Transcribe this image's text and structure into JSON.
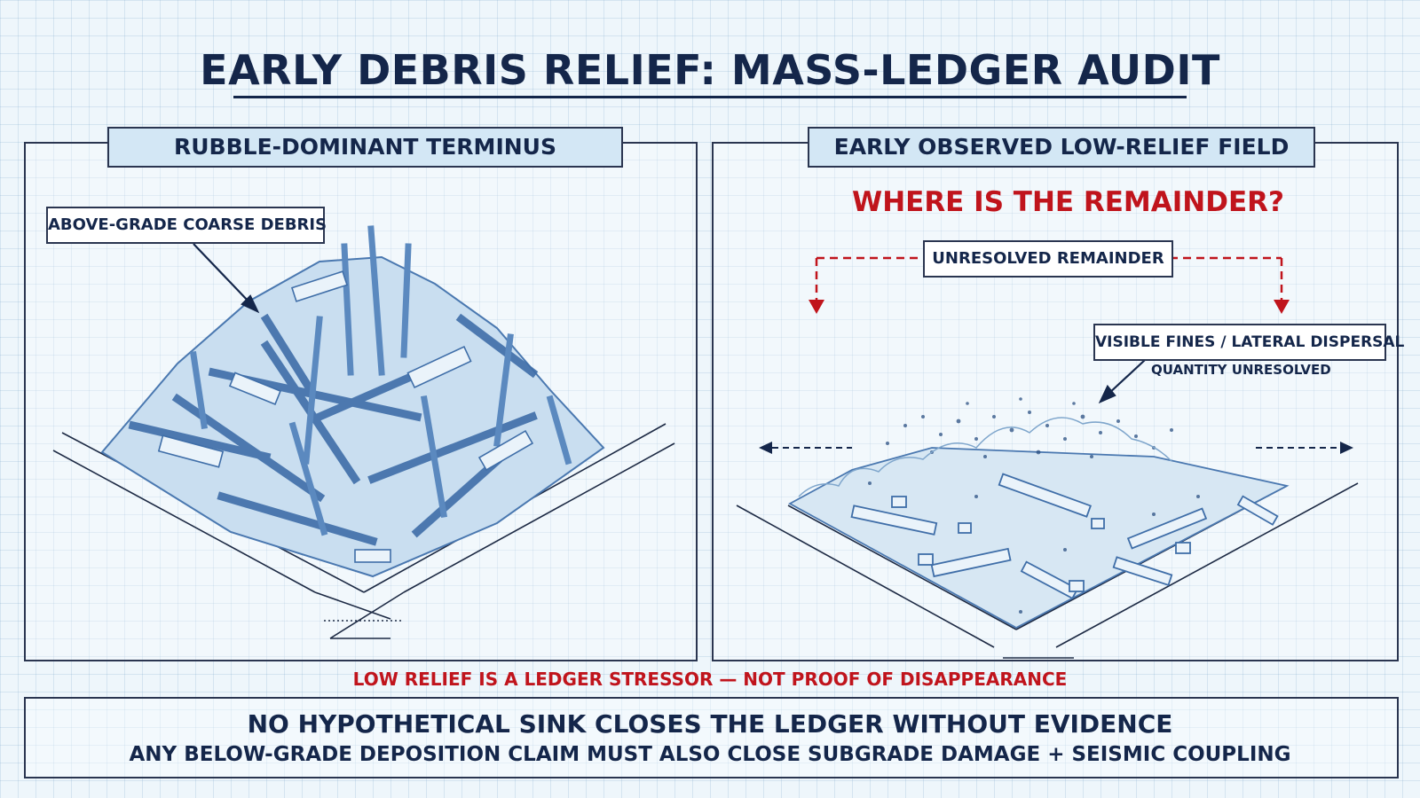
{
  "title": "EARLY DEBRIS RELIEF: MASS-LEDGER AUDIT",
  "left_panel": {
    "heading": "RUBBLE-DOMINANT TERMINUS",
    "callout": "ABOVE-GRADE COARSE DEBRIS"
  },
  "right_panel": {
    "heading": "EARLY OBSERVED LOW-RELIEF FIELD",
    "question": "WHERE IS THE REMAINDER?",
    "remainder_label": "UNRESOLVED REMAINDER",
    "fines_label": "VISIBLE FINES / LATERAL DISPERSAL",
    "fines_note": "QUANTITY UNRESOLVED"
  },
  "stressor_note": "LOW RELIEF IS A LEDGER STRESSOR — NOT PROOF OF DISAPPEARANCE",
  "conclusion": {
    "line1": "NO HYPOTHETICAL SINK CLOSES THE LEDGER WITHOUT EVIDENCE",
    "line2": "ANY BELOW-GRADE DEPOSITION CLAIM MUST ALSO CLOSE SUBGRADE DAMAGE + SEISMIC COUPLING"
  },
  "colors": {
    "navy": "#14264a",
    "accent_red": "#c0141c",
    "debris_blue": "#4a78b0",
    "tab_fill": "#d3e7f5"
  },
  "icons": {
    "left_arrow": "arrow-pointer-icon",
    "dispersal_arrows": "dashed-arrow-icon",
    "remainder_bracket": "dashed-bracket-icon"
  }
}
